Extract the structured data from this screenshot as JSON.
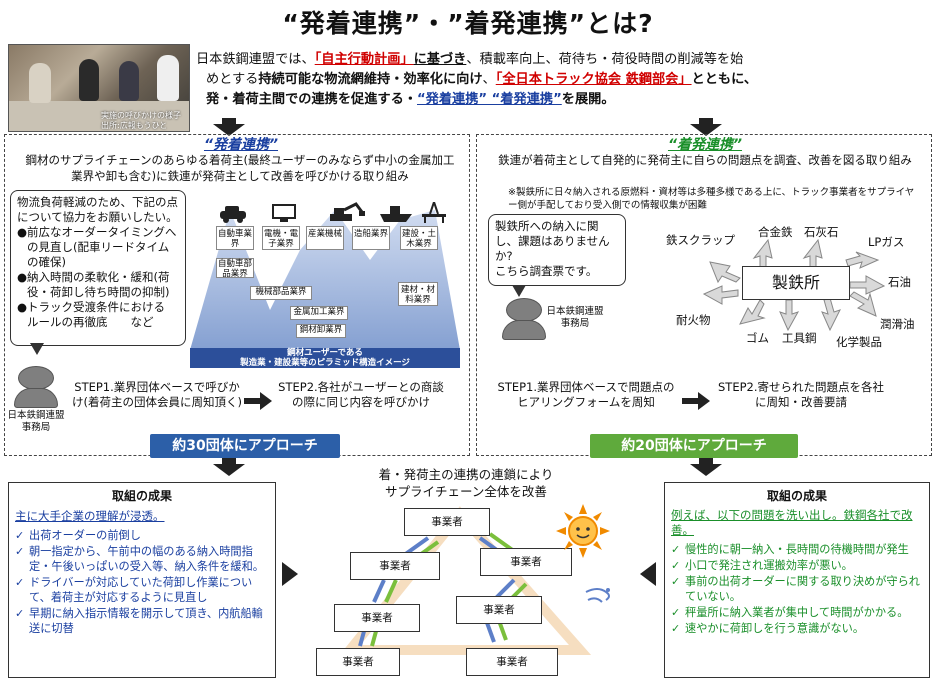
{
  "title": "“発着連携”・”着発連携”とは?",
  "photo": {
    "caption": "実施の呼びかけの様子\n出所:広報もうひと"
  },
  "intro": {
    "l1a": "日本鉄鋼連盟では、",
    "l1b": "「自主行動計画」",
    "l1c": "に基づき",
    "l1d": "、積載率向上、荷待ち・荷役時間の削減等を始",
    "l2a": "めとする",
    "l2b": "持続可能な物流網維持・効率化に向け",
    "l2c": "、",
    "l2d": "「全日本トラック協会 鉄鋼部会」",
    "l2e": "とともに、",
    "l3a": "発・着荷主間での連携を促進する・",
    "l3b": "“発着連携” “着発連携”",
    "l3c": "を展開。"
  },
  "left": {
    "header": "“発着連携”",
    "desc": "鋼材のサプライチェーンのあらゆる着荷主(最終ユーザーのみならず中小の金属加工業界や卸も含む)に鉄連が発荷主として改善を呼びかける取り組み",
    "bubble_intro": "物流負荷軽減のため、下記の点について協力をお願いしたい。",
    "bubble_items": [
      "前広なオーダータイミングへの見直し(配車リードタイムの確保)",
      "納入時間の柔軟化・緩和(荷役・荷卸し待ち時間の抑制)",
      "トラック受渡条件における",
      "ルールの再徹底　　など"
    ],
    "industries": [
      "自動車業界",
      "電機・電子業界",
      "産業機械",
      "造船業界",
      "建設・土木業界",
      "自動車部品業界",
      "機械部品業界",
      "金属加工業界",
      "鋼材卸業界",
      "建材・材料業界"
    ],
    "pyramid_label1": "鋼材ユーザーである",
    "pyramid_label2": "製造業・建設業等のピラミッド構造イメージ",
    "org": "日本鉄鋼連盟\n事務局",
    "step1": "STEP1.業界団体ベースで呼びかけ(着荷主の団体会員に周知頂く)",
    "step2": "STEP2.各社がユーザーとの商談の際に同じ内容を呼びかけ",
    "banner": "約30団体にアプローチ"
  },
  "right": {
    "header": "“着発連携”",
    "desc": "鉄連が着荷主として自発的に発荷主に自らの問題点を調査、改善を図る取り組み",
    "note": "※製鉄所に日々納入される原燃料・資材等は多種多様である上に、トラック事業者をサプライヤー側が手配しており受入側での情報収集が困難",
    "bubble": "製鉄所への納入に関し、課題はありませんか?\nこちら調査票です。",
    "org": "日本鉄鋼連盟\n事務局",
    "center": "製鉄所",
    "materials": [
      "鉄スクラップ",
      "合金鉄",
      "石灰石",
      "LPガス",
      "石油",
      "潤滑油",
      "化学製品",
      "工具鋼",
      "ゴム",
      "耐火物"
    ],
    "step1": "STEP1.業界団体ベースで問題点のヒアリングフォームを周知",
    "step2": "STEP2.寄せられた問題点を各社に周知・改善要請",
    "banner": "約20団体にアプローチ"
  },
  "bottom_left": {
    "title": "取組の成果",
    "lead": "主に大手企業の理解が浸透。",
    "items": [
      "出荷オーダーの前倒し",
      "朝一指定から、午前中の幅のある納入時間指定・午後いっぱいの受入等、納入条件を緩和。",
      "ドライバーが対応していた荷卸し作業について、着荷主が対応するように見直し",
      "早期に納入指示情報を開示して頂き、内航船輸送に切替"
    ]
  },
  "bottom_center": {
    "label1": "着・発荷主の連携の連鎖により",
    "label2": "サプライチェーン全体を改善",
    "biz": [
      "事業者",
      "事業者",
      "事業者",
      "事業者",
      "事業者",
      "事業者",
      "事業者"
    ]
  },
  "bottom_right": {
    "title": "取組の成果",
    "lead": "例えば、以下の問題を洗い出し。鉄鋼各社で改善。",
    "items": [
      "慢性的に朝一納入・長時間の待機時間が発生",
      "小口で発注され運搬効率が悪い。",
      "事前の出荷オーダーに関する取り決めが守られていない。",
      "秤量所に納入業者が集中して時間がかかる。",
      "速やかに荷卸しを行う意識がない。"
    ]
  },
  "colors": {
    "blue": "#1a3fa0",
    "green": "#1a8f2a",
    "red": "#d00000",
    "banner_blue": "#2c5fa8",
    "banner_green": "#5faa3c"
  }
}
